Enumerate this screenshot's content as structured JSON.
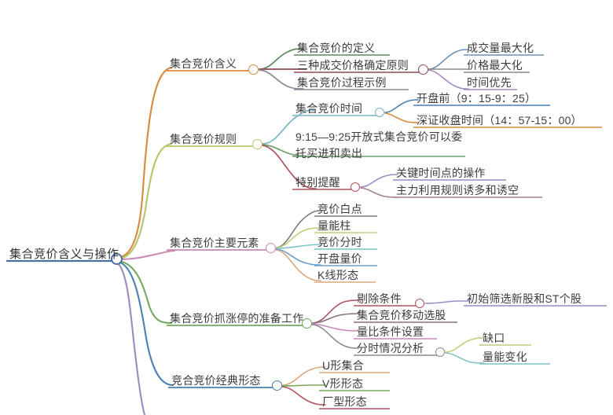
{
  "diagram": {
    "type": "mind-map",
    "root": {
      "label": "集合竞价含义与操作",
      "color": "#4a6fa5"
    },
    "branches": [
      {
        "label": "集合竞价含义",
        "color": "#d98a3c",
        "children": [
          {
            "label": "集合竞价的定义",
            "color": "#5f8a5f"
          },
          {
            "label": "三种成交价格确定原则",
            "color": "#8e4a52",
            "children": [
              {
                "label": "成交量最大化",
                "color": "#6d8fb5"
              },
              {
                "label": "价格最大化",
                "color": "#8a8a8a"
              },
              {
                "label": "时间优先",
                "color": "#a48cc0"
              }
            ]
          },
          {
            "label": "集合竞价过程示例",
            "color": "#8a8a96"
          }
        ]
      },
      {
        "label": "集合竞价规则",
        "color": "#b5c46a",
        "children": [
          {
            "label": "集合竞价时间",
            "color": "#79b5c4",
            "children": [
              {
                "label": "开盘前（9：15-9：25）",
                "color": "#4a7fb0"
              },
              {
                "label": "深证收盘时间（14：57-15：00）",
                "color": "#d98a3c"
              }
            ]
          },
          {
            "label": "9:15—9:25开放式集合竞价可以委托买进和卖出",
            "color": "#6f9e6f"
          },
          {
            "label": "特别提醒",
            "color": "#b0545e",
            "children": [
              {
                "label": "关键时间点的操作",
                "color": "#9a8cc0"
              },
              {
                "label": "主力利用规则诱多和诱空",
                "color": "#a87f93"
              }
            ]
          }
        ]
      },
      {
        "label": "集合竞价主要元素",
        "color": "#c98ab5",
        "children": [
          {
            "label": "竞价白点",
            "color": "#7a7a82"
          },
          {
            "label": "量能柱",
            "color": "#c2cc7a"
          },
          {
            "label": "竞价分时",
            "color": "#7fc2c4"
          },
          {
            "label": "开盘量价",
            "color": "#6d9ec9"
          },
          {
            "label": "K线形态",
            "color": "#d9a87c"
          }
        ]
      },
      {
        "label": "集合竞价抓涨停的准备工作",
        "color": "#74a85e",
        "children": [
          {
            "label": "剔除条件",
            "color": "#b0545e",
            "children": [
              {
                "label": "初始筛选新股和ST个股",
                "color": "#9a8cc0"
              }
            ]
          },
          {
            "label": "集合竞价移动选股",
            "color": "#8a6f82"
          },
          {
            "label": "量比条件设置",
            "color": "#c98ab5"
          },
          {
            "label": "分时情况分析",
            "color": "#8a8a96",
            "children": [
              {
                "label": "缺口",
                "color": "#c2cc7a"
              },
              {
                "label": "量能变化",
                "color": "#7fc2c4"
              }
            ]
          }
        ]
      },
      {
        "label": "竞合竞价经典形态",
        "color": "#4a7fb0",
        "children": [
          {
            "label": "U形集合",
            "color": "#d9a87c"
          },
          {
            "label": "V形形态",
            "color": "#7aa85e"
          },
          {
            "label": "厂型形态",
            "color": "#b0545e"
          }
        ]
      },
      {
        "label": "",
        "color": "#9a8cc0",
        "children": []
      }
    ]
  }
}
